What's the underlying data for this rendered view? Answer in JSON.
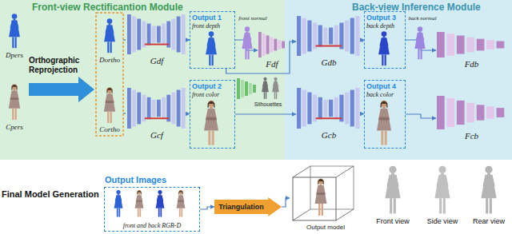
{
  "diagram": {
    "nodes": [
      {
        "text": [
          "Front-view Rectificantion Module"
        ]
      },
      {
        "text": [
          "Back-view Inference Module"
        ]
      },
      {
        "text": [
          "Final Model Generation"
        ]
      },
      {
        "text": [
          "Gdf"
        ],
        "in": 0
      },
      {
        "text": [
          "Output 1",
          "front depth"
        ],
        "in": 0
      },
      {
        "text": [
          "Fdf"
        ],
        "in": 0
      },
      {
        "text": [
          "Gcf"
        ],
        "in": 0
      },
      {
        "text": [
          "Output 2",
          "front color"
        ],
        "in": 0
      },
      {
        "text": [
          "Gdb"
        ],
        "in": 1
      },
      {
        "text": [
          "Output 3",
          "back depth"
        ],
        "in": 1
      },
      {
        "text": [
          "Fdb"
        ],
        "in": 1
      },
      {
        "text": [
          "Gcb"
        ],
        "in": 1
      },
      {
        "text": [
          "Output 4",
          "back color"
        ],
        "in": 1
      },
      {
        "text": [
          "Fcb"
        ],
        "in": 1
      },
      {
        "text": [
          "Output Images",
          "front and back RGB-D"
        ],
        "in": 2
      },
      {
        "text": [
          "Triangulation"
        ],
        "in": 2
      },
      {
        "text": [
          "Output model"
        ],
        "in": 2
      }
    ],
    "edges": [
      {
        "from": 3,
        "to": 4,
        "arrow": "to"
      },
      {
        "from": 4,
        "to": 5,
        "arrow": "to"
      },
      {
        "from": 4,
        "to": 8,
        "arrow": "to"
      },
      {
        "from": 6,
        "to": 7,
        "arrow": "to"
      },
      {
        "from": 7,
        "to": 11,
        "arrow": "to"
      },
      {
        "from": 8,
        "to": 9,
        "arrow": "to"
      },
      {
        "from": 9,
        "to": 10,
        "arrow": "to"
      },
      {
        "from": 11,
        "to": 12,
        "arrow": "to"
      },
      {
        "from": 12,
        "to": 13,
        "arrow": "to"
      },
      {
        "from": 14,
        "to": 15,
        "arrow": "to"
      },
      {
        "from": 15,
        "to": 16,
        "arrow": "to"
      }
    ],
    "labels": [
      "Orthographic Reprojection",
      "Dpers",
      "Cpers",
      "Dortho",
      "Cortho",
      "front normal",
      "Silhouettes",
      "back normal",
      "Front view",
      "Side view",
      "Rear view"
    ]
  }
}
